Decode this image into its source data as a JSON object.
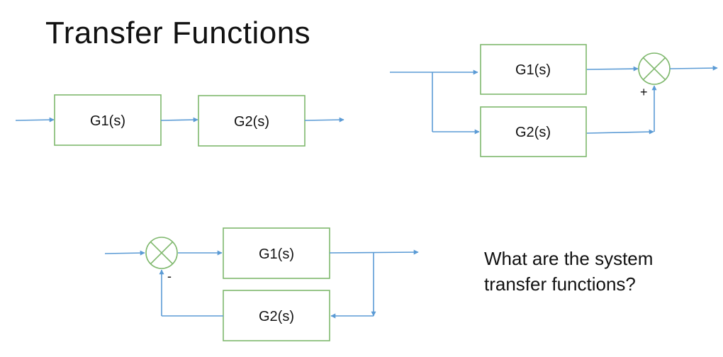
{
  "title": "Transfer Functions",
  "question": [
    "What are the system",
    "transfer functions?"
  ],
  "diagrams": {
    "series": {
      "block_a": "G1(s)",
      "block_b": "G2(s)"
    },
    "parallel": {
      "block_a": "G1(s)",
      "block_b": "G2(s)",
      "sign": "+"
    },
    "feedback": {
      "forward": "G1(s)",
      "feedback": "G2(s)",
      "sign": "-"
    }
  },
  "colors": {
    "wire": "#5b9bd5",
    "block_border": "#7fb86d"
  }
}
